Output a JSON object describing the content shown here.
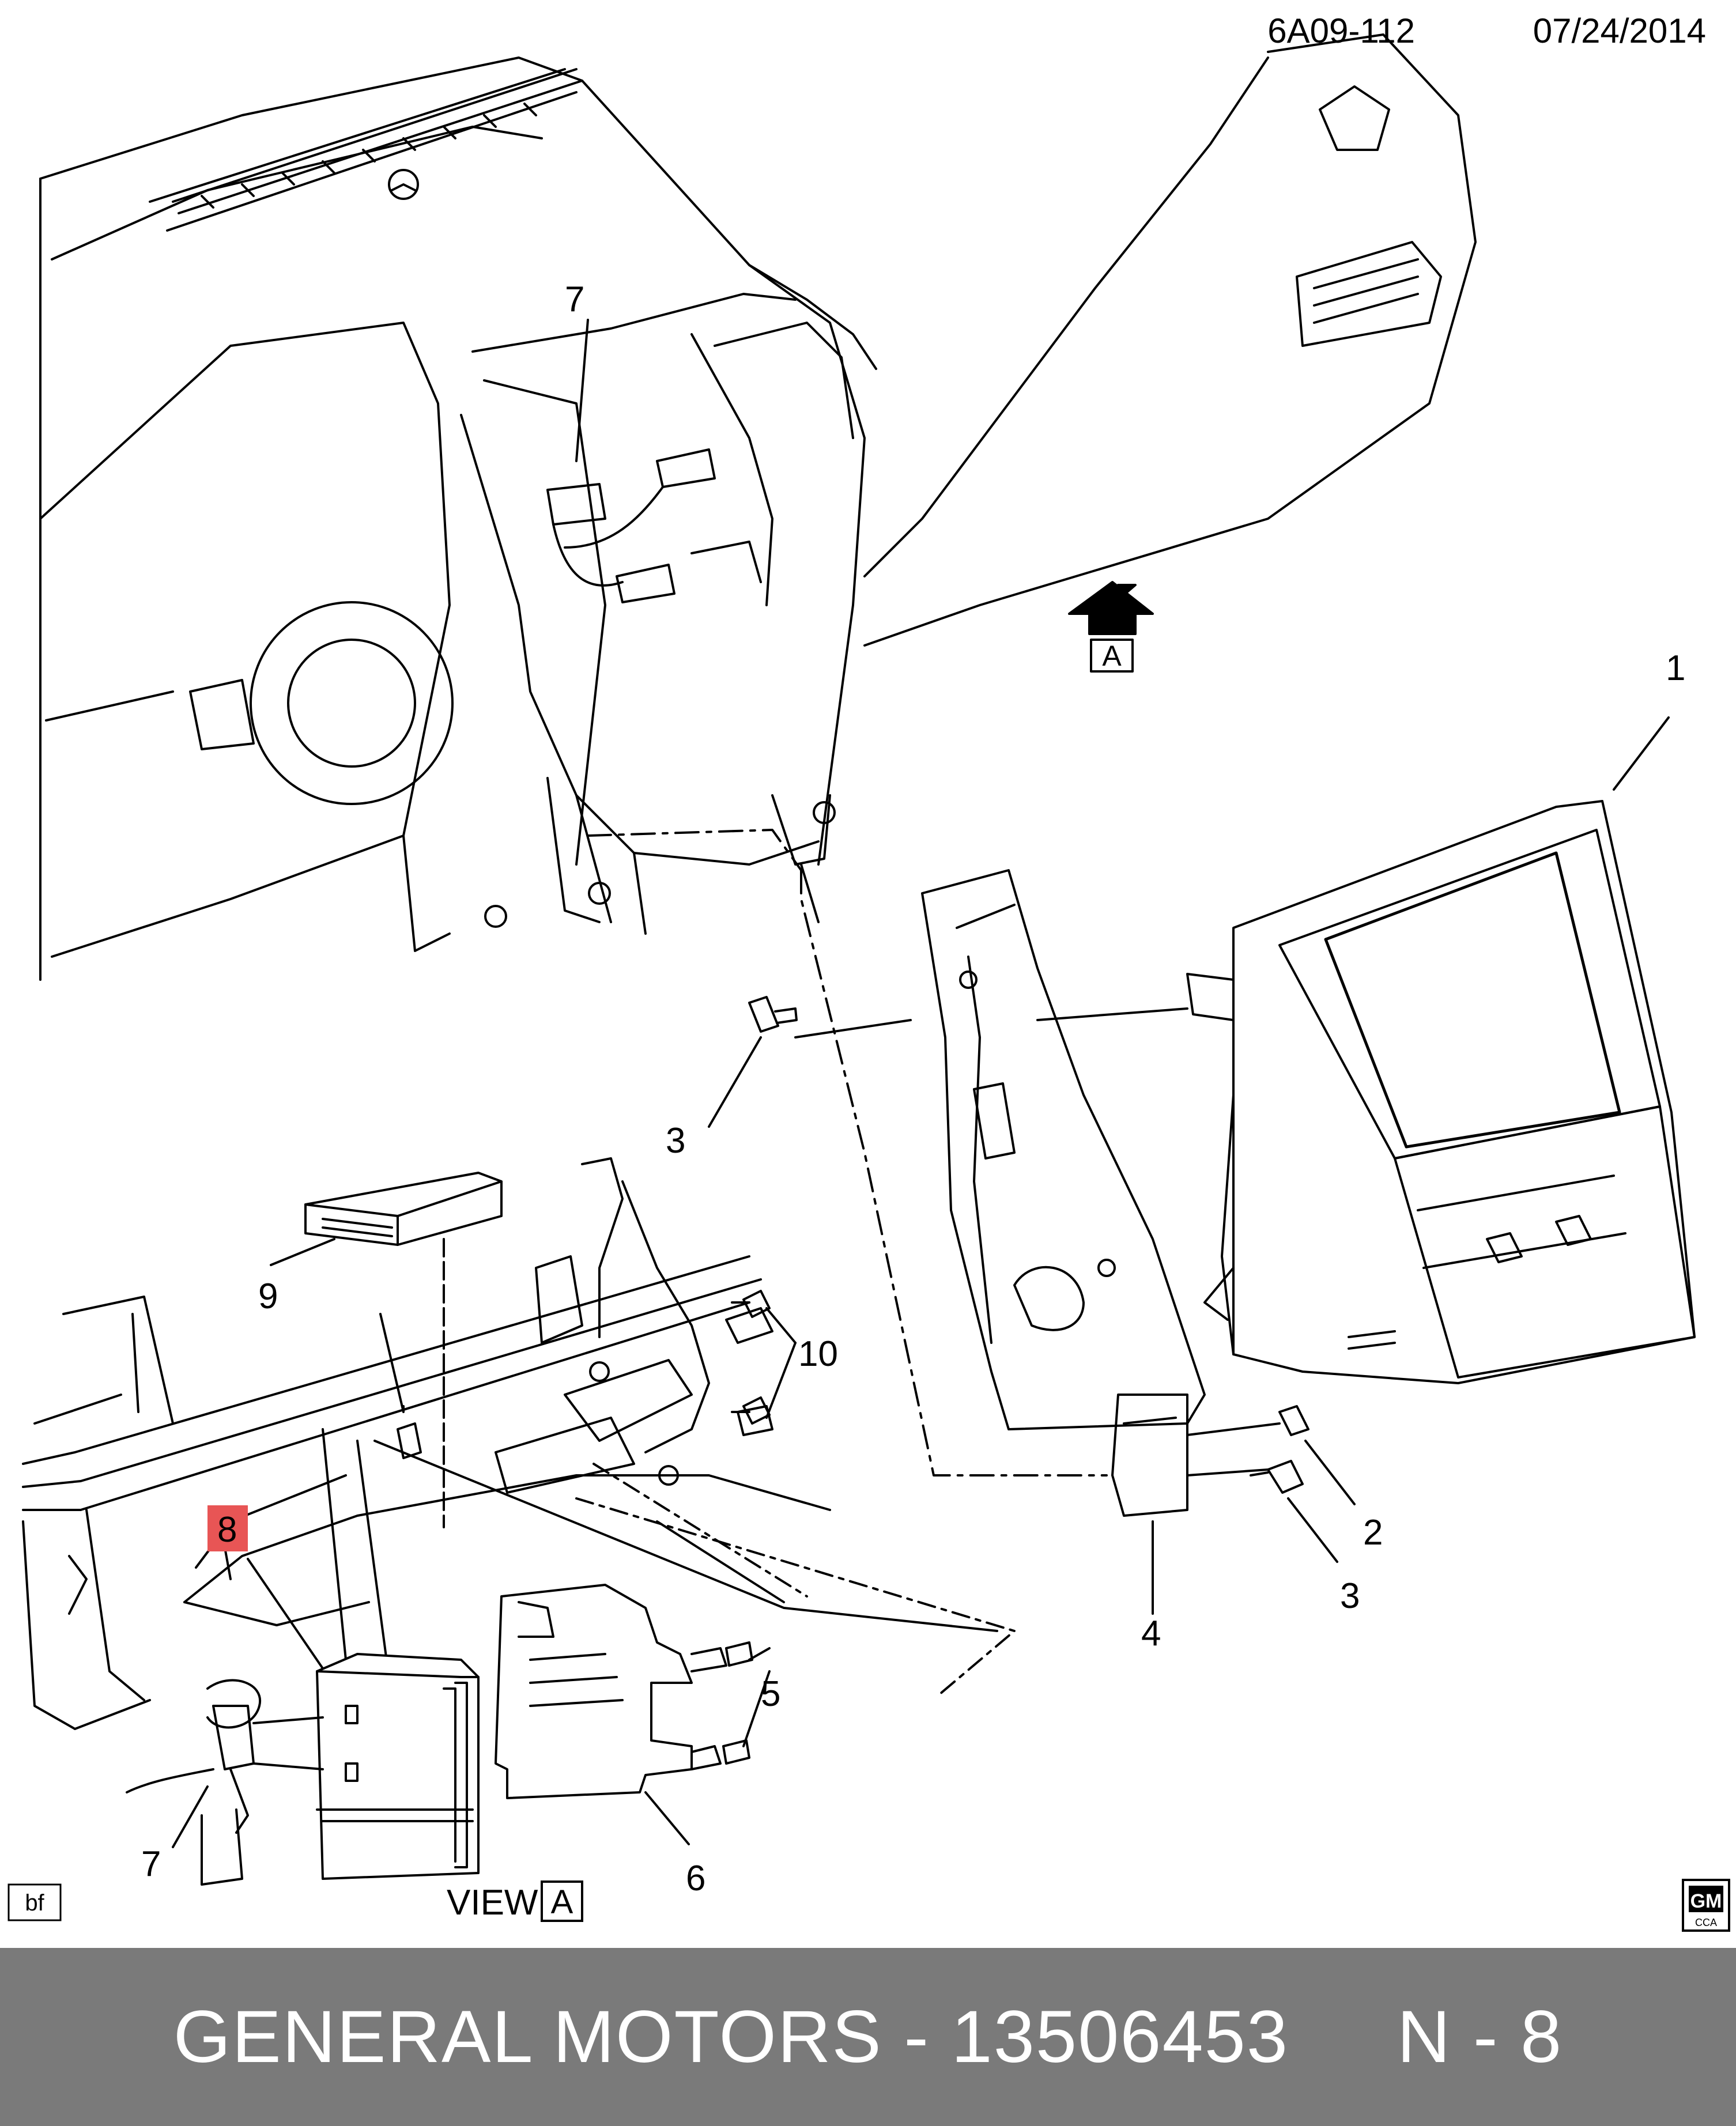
{
  "header": {
    "code": "6A09-112",
    "date": "07/24/2014"
  },
  "callouts": {
    "c1": "1",
    "c2": "2",
    "c3_top": "3",
    "c3_bottom": "3",
    "c4": "4",
    "c5": "5",
    "c6": "6",
    "c7_top": "7",
    "c7_bottom": "7",
    "c8": "8",
    "c9": "9",
    "c10": "10"
  },
  "view_arrow_letter": "A",
  "view_label": {
    "text": "VIEW",
    "letter": "A"
  },
  "badge_bf": "bf",
  "logo": {
    "brand": "GM",
    "sub": "CCA"
  },
  "highlight_color": "#e85555",
  "footer": {
    "manufacturer": "GENERAL MOTORS",
    "separator": " - ",
    "part_number": "13506453",
    "spacer": "     ",
    "suffix": "N - 8"
  }
}
